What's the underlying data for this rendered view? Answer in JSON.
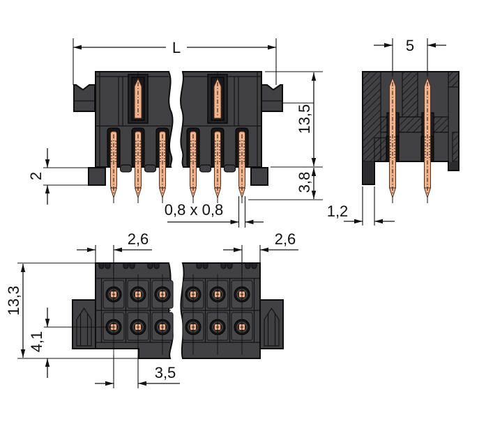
{
  "drawing": {
    "kind": "technical-dimension-drawing",
    "background_color": "#ffffff",
    "outline_color": "#0d0d0d",
    "body_color": "#414144",
    "body_dark_color": "#2c2c2f",
    "slot_color": "#161616",
    "pin_copper_color": "#f2b28c",
    "dimension_color": "#111111"
  },
  "dimensions": {
    "overall_length": "L",
    "row_spacing": "5",
    "height_above_board": "13,5",
    "pin_length_below": "3,8",
    "foot_height": "2",
    "pin_cross_section": "0,8 x 0,8",
    "leg_width": "1,2",
    "edge_to_first_pin_left": "2,6",
    "edge_to_first_pin_right": "2,6",
    "overall_depth": "13,3",
    "row_offset_from_edge": "4,1",
    "pin_pitch": "3,5"
  }
}
